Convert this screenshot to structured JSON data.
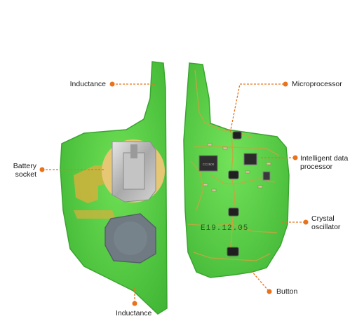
{
  "labels": {
    "inductance_top": "Inductance",
    "battery_socket_line1": "Battery",
    "battery_socket_line2": "socket",
    "inductance_bottom": "Inductance",
    "microprocessor": "Microprocessor",
    "intelligent_line1": "Intelligent data",
    "intelligent_line2": "processor",
    "crystal_line1": "Crystal",
    "crystal_line2": "oscillator",
    "button": "Button"
  },
  "board_text": {
    "date_code": "E19.12.05",
    "chip_marking": "CC2500"
  },
  "colors": {
    "pcb_green": "#56d046",
    "pcb_edge": "#3fae33",
    "trace_gold": "#c9a23a",
    "callout_orange": "#e8731c"
  }
}
